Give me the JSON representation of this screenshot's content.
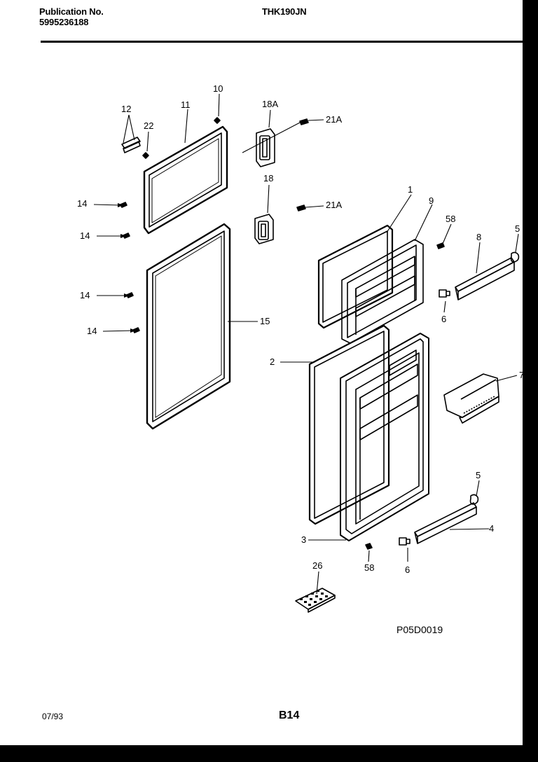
{
  "header": {
    "publication_label": "Publication No.",
    "publication_number": "5995236188",
    "model": "THK190JN"
  },
  "footer": {
    "date": "07/93",
    "page": "B14",
    "diagram_id": "P05D0019"
  },
  "callouts": {
    "c1": "1",
    "c2": "2",
    "c3": "3",
    "c4": "4",
    "c5a": "5",
    "c5b": "5",
    "c6a": "6",
    "c6b": "6",
    "c7": "7",
    "c8": "8",
    "c9": "9",
    "c10": "10",
    "c11": "11",
    "c12": "12",
    "c14a": "14",
    "c14b": "14",
    "c14c": "14",
    "c14d": "14",
    "c15": "15",
    "c18": "18",
    "c18a": "18A",
    "c21a1": "21A",
    "c21a2": "21A",
    "c22": "22",
    "c26": "26",
    "c58a": "58",
    "c58b": "58"
  }
}
